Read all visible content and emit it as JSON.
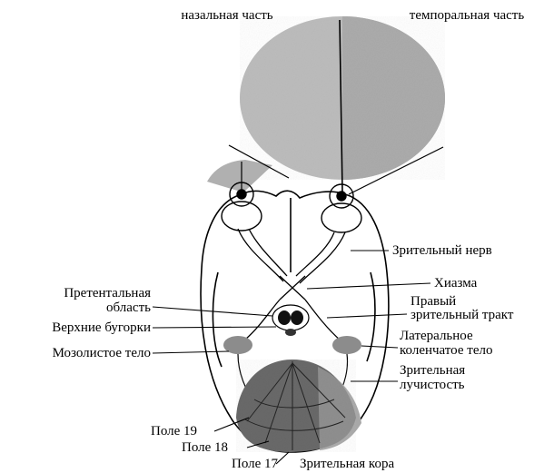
{
  "visual_field": {
    "nasal_label": "назальная часть",
    "temporal_label": "темпоральная часть"
  },
  "labels": {
    "optic_nerve": "Зрительный нерв",
    "chiasm": "Хиазма",
    "right_optic_tract_1": "Правый",
    "right_optic_tract_2": "зрительный тракт",
    "lateral_geniculate_1": "Латеральное",
    "lateral_geniculate_2": "коленчатое тело",
    "optic_radiation_1": "Зрительная",
    "optic_radiation_2": "лучистость",
    "pretectal_1": "Претентальная",
    "pretectal_2": "область",
    "superior_colliculi": "Верхние бугорки",
    "corpus_callosum": "Мозолистое тело",
    "field_19": "Поле 19",
    "field_18": "Поле 18",
    "field_17": "Поле 17",
    "visual_cortex": "Зрительная кора"
  },
  "colors": {
    "ink": "#000000",
    "field_gray": "#b9b9b9",
    "field_dark": "#9a9a9a",
    "cortex_dark": "#6a6a6a",
    "cortex_light": "#a8a8a8",
    "nucleus_gray": "#8c8c8c"
  }
}
